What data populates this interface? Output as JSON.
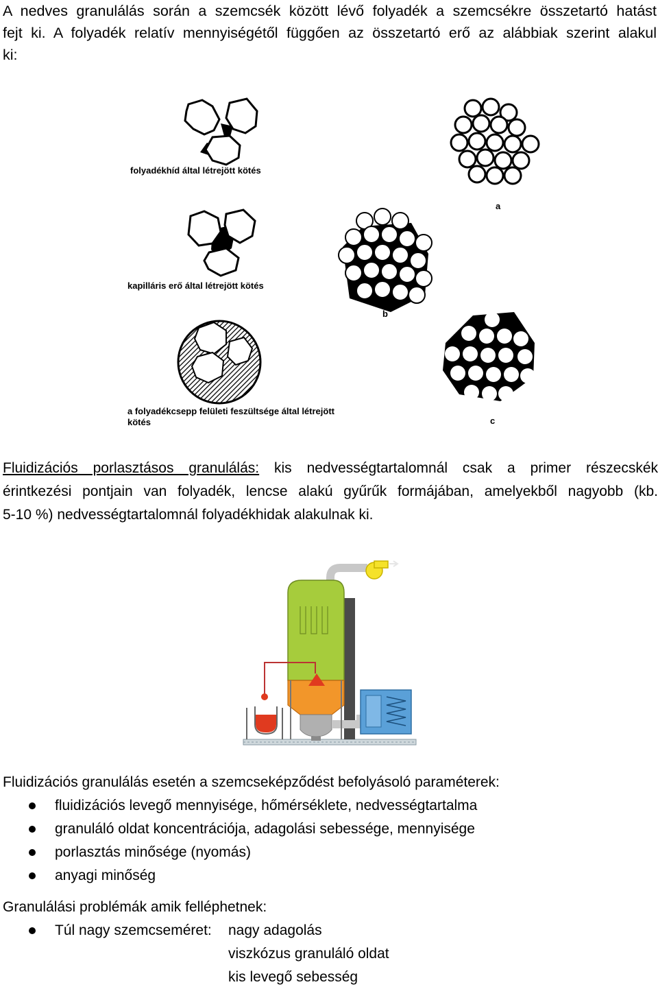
{
  "intro": {
    "line1": "A nedves granulálás során a szemcsék között lévő folyadék a szemcsékre összetartó hatást",
    "line2": "fejt ki. A folyadék relatív mennyiségétől függően az összetartó erő az alábbiak szerint alakul",
    "line3": "ki:"
  },
  "figure1": {
    "label_bridge": "folyadékhíd által létrejött kötés",
    "label_capillary": "kapilláris erő által létrejött kötés",
    "label_surface_1": "a folyadékcsepp felületi feszültsége által létrejött",
    "label_surface_2": "kötés",
    "label_a": "a",
    "label_b": "b",
    "label_c": "c"
  },
  "fluid_para": {
    "term": "Fluidizációs porlasztásos granulálás:",
    "line1_rest": " kis nedvességtartalomnál csak a primer részecskék",
    "line2": "érintkezési pontjain van folyadék, lencse alakú gyűrűk formájában, amelyekből nagyobb (kb.",
    "line3": "5-10 %) nedvességtartalomnál folyadékhidak alakulnak ki."
  },
  "params": {
    "heading": "Fluidizációs granulálás esetén a szemcseképződést befolyásoló paraméterek:",
    "items": [
      "fluidizációs levegő mennyisége, hőmérséklete, nedvességtartalma",
      "granuláló oldat koncentrációja, adagolási sebessége, mennyisége",
      "porlasztás minősége (nyomás)",
      "anyagi minőség"
    ]
  },
  "problems": {
    "heading": "Granulálási problémák amik felléphetnek:",
    "lead": "Túl nagy szemcseméret:",
    "causes": [
      "nagy adagolás",
      "viszkózus granuláló oldat",
      "kis levegő sebesség"
    ]
  },
  "colors": {
    "tower_green": "#a6cc3c",
    "cone_orange": "#f2962a",
    "flame_red": "#e03a1f",
    "fan_yellow": "#f5e22a",
    "unit_blue": "#5aa0d8",
    "pipe_gray": "#c8c8c8"
  }
}
